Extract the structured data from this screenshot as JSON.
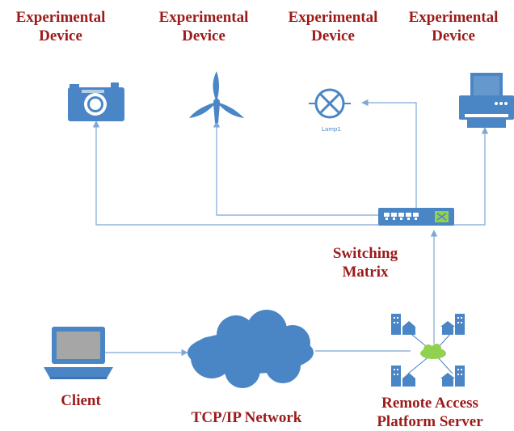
{
  "devices": [
    {
      "title_line1": "Experimental",
      "title_line2": "Device",
      "icon": "camera-icon"
    },
    {
      "title_line1": "Experimental",
      "title_line2": "Device",
      "icon": "wind-turbine-icon"
    },
    {
      "title_line1": "Experimental",
      "title_line2": "Device",
      "icon": "lamp-icon",
      "caption": "Lamp1"
    },
    {
      "title_line1": "Experimental",
      "title_line2": "Device",
      "icon": "printer-icon"
    }
  ],
  "switching_matrix": {
    "line1": "Switching",
    "line2": "Matrix",
    "icon": "network-switch-icon"
  },
  "client": {
    "label": "Client",
    "icon": "laptop-icon"
  },
  "network": {
    "label": "TCP/IP Network",
    "icon": "cloud-icon"
  },
  "server": {
    "line1": "Remote Access",
    "line2": "Platform Server",
    "icon": "server-cluster-icon"
  },
  "colors": {
    "icon": "#4a86c5",
    "line": "#7ea7d4",
    "label": "#9c1a1a",
    "hub": "#92d050"
  }
}
